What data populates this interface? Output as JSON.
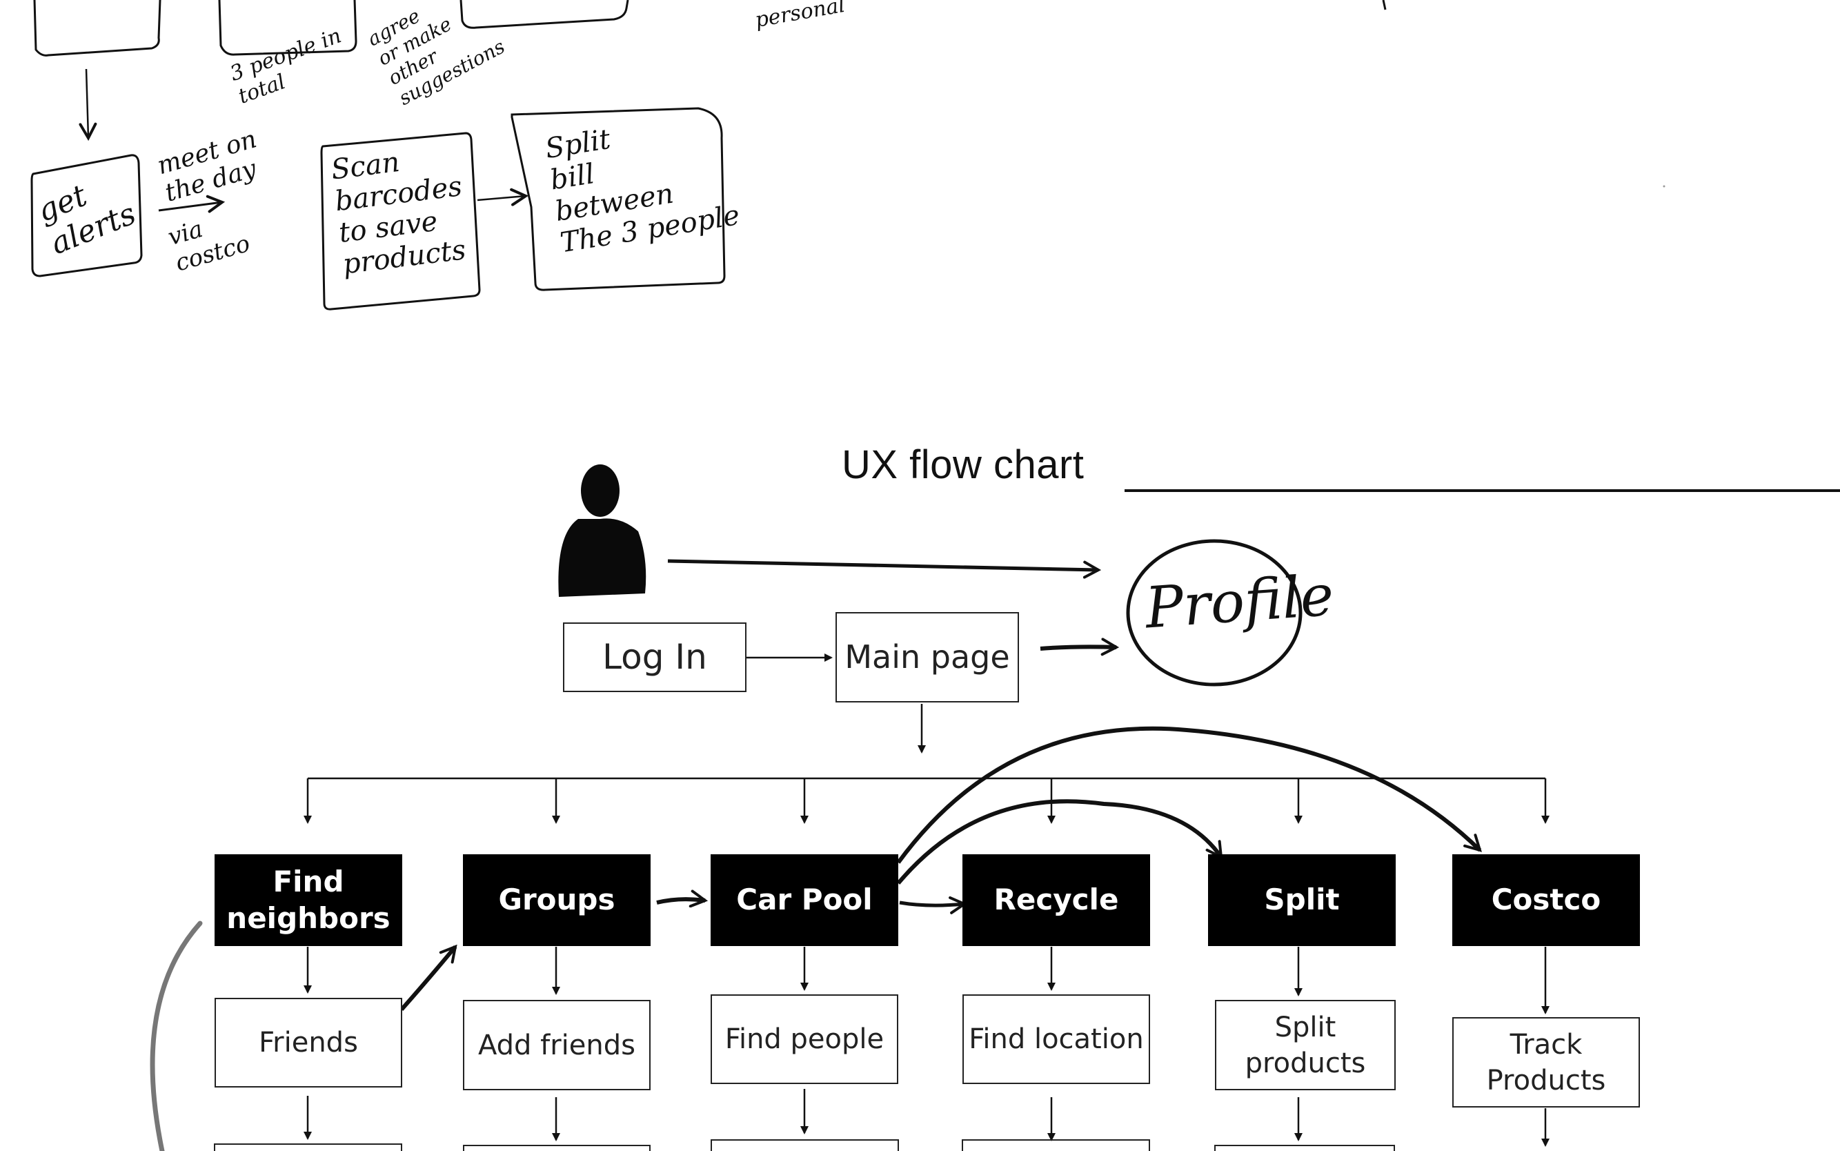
{
  "title": "UX flow chart",
  "sketch": {
    "alerts": "get\nalerts",
    "meet_note": "meet on\nthe day",
    "via_note": "via\ncostco",
    "scan": "Scan\nbarcodes\nto save\nproducts",
    "split_bill": "Split\nbill\nbetween\nThe 3 people",
    "people_note": "3 people in\ntotal",
    "agree_note": "agree\nor make\nother\nsuggestions",
    "personal_note": "personal"
  },
  "profile_label": "Profile",
  "login_label": "Log In",
  "main_label": "Main page",
  "columns": [
    {
      "name": "Find\nneighbors",
      "child": "Friends"
    },
    {
      "name": "Groups",
      "child": "Add friends"
    },
    {
      "name": "Car Pool",
      "child": "Find people"
    },
    {
      "name": "Recycle",
      "child": "Find location"
    },
    {
      "name": "Split",
      "child": "Split\nproducts"
    },
    {
      "name": "Costco",
      "child": "Track\nProducts"
    }
  ],
  "colors": {
    "ink": "#111111",
    "box_fill": "#000000",
    "box_text": "#ffffff",
    "pencil": "#777777"
  }
}
